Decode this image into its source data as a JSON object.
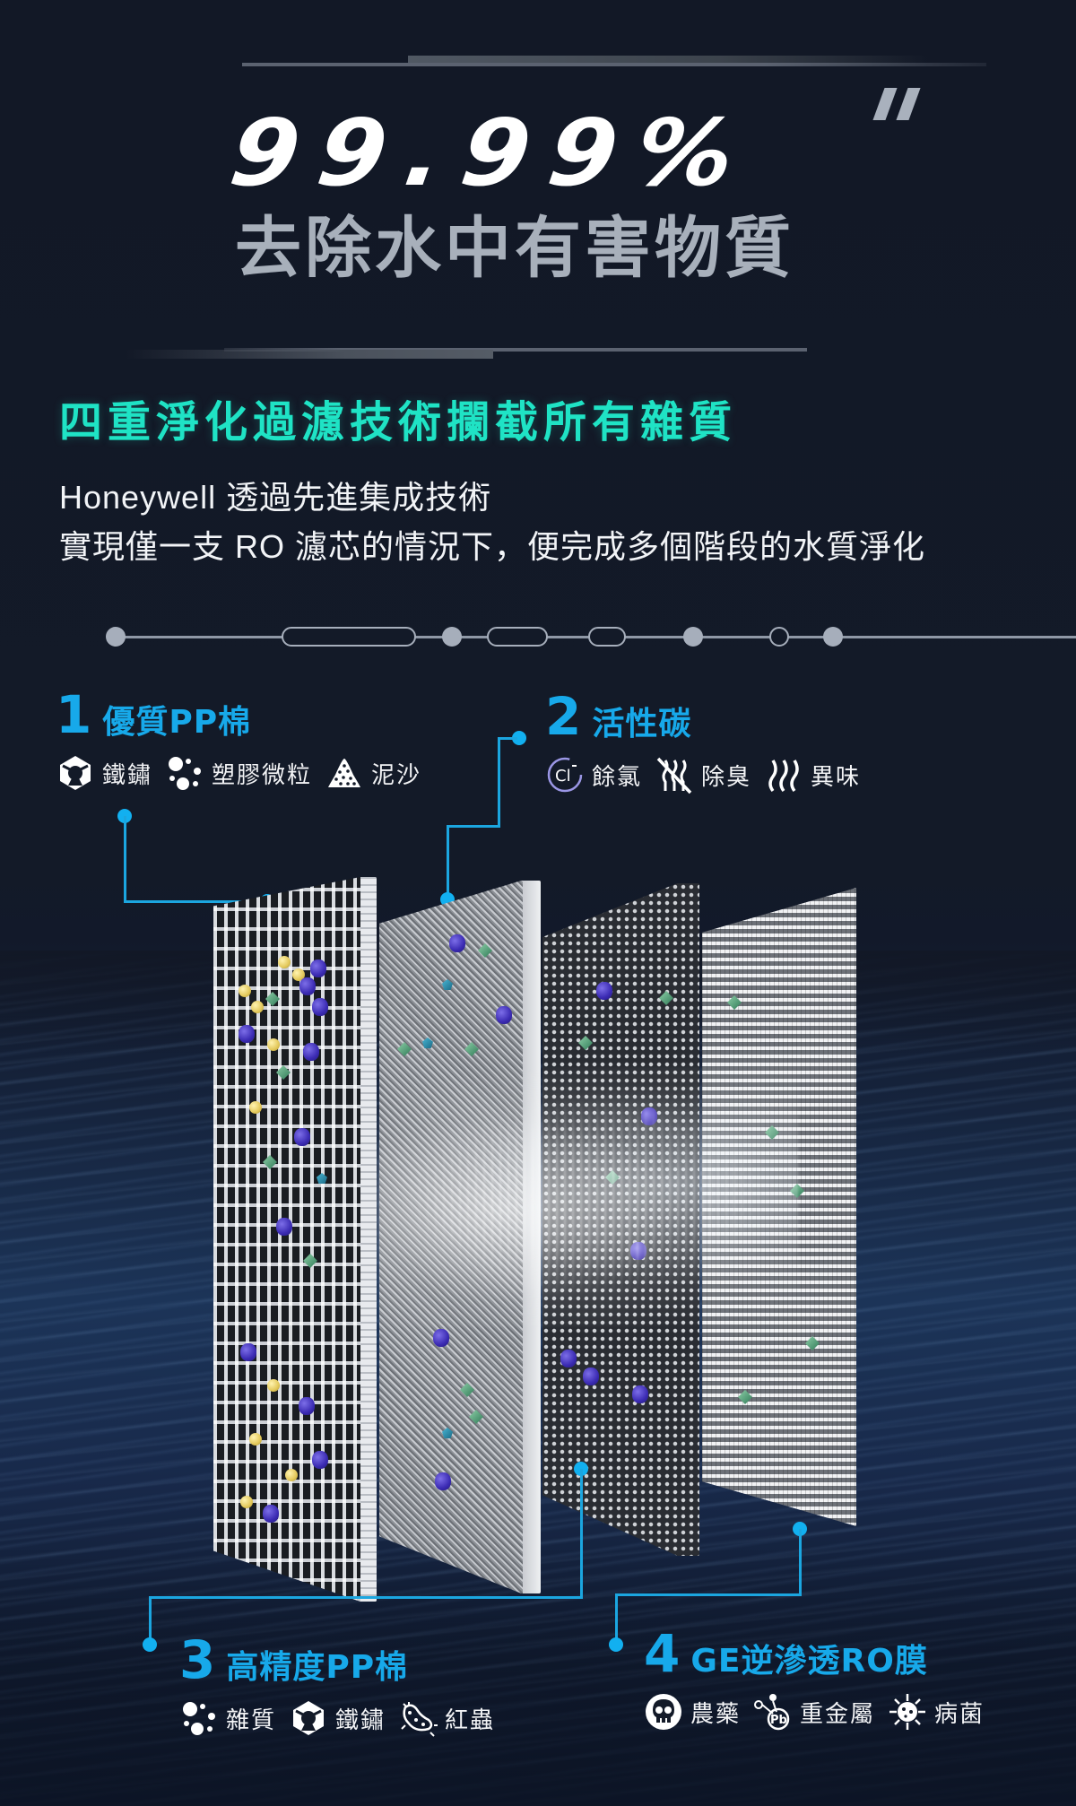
{
  "hero": {
    "percent": "99.99%",
    "subtitle": "去除水中有害物質"
  },
  "headline": "四重淨化過濾技術攔截所有雜質",
  "description": {
    "line1": "Honeywell 透過先進集成技術",
    "line2": "實現僅一支 RO 濾芯的情況下，便完成多個階段的水質淨化"
  },
  "colors": {
    "background": "#121826",
    "headline": "#1FE3C5",
    "stage_title": "#17A9EA",
    "connector": "#1BA6E0",
    "hero_subtitle": "#A8B0BB"
  },
  "stages": [
    {
      "number": "1",
      "name": "優質PP棉",
      "items": [
        {
          "icon": "rust-icon",
          "label": "鐵鏽"
        },
        {
          "icon": "microplastic-dots-icon",
          "label": "塑膠微粒"
        },
        {
          "icon": "sediment-pile-icon",
          "label": "泥沙"
        }
      ]
    },
    {
      "number": "2",
      "name": "活性碳",
      "items": [
        {
          "icon": "chlorine-cl-icon",
          "label": "餘氯"
        },
        {
          "icon": "no-odor-icon",
          "label": "除臭"
        },
        {
          "icon": "smell-waves-icon",
          "label": "異味"
        }
      ]
    },
    {
      "number": "3",
      "name": "高精度PP棉",
      "items": [
        {
          "icon": "impurity-dots-icon",
          "label": "雜質"
        },
        {
          "icon": "rust-icon",
          "label": "鐵鏽"
        },
        {
          "icon": "red-worm-icon",
          "label": "紅蟲"
        }
      ]
    },
    {
      "number": "4",
      "name": "GE逆滲透RO膜",
      "items": [
        {
          "icon": "skull-pesticide-icon",
          "label": "農藥"
        },
        {
          "icon": "lead-pb-icon",
          "label": "重金屬"
        },
        {
          "icon": "virus-icon",
          "label": "病菌"
        }
      ]
    }
  ]
}
